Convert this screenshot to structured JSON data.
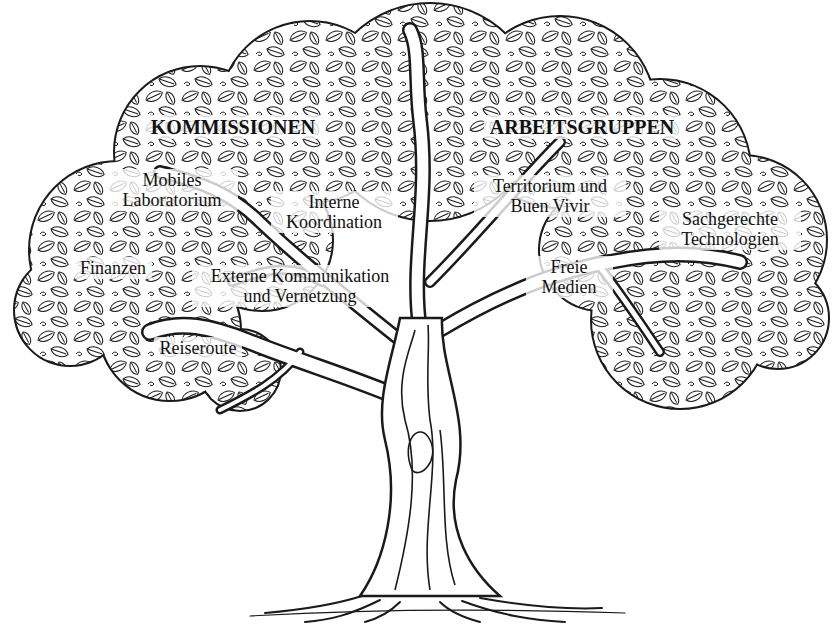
{
  "diagram": {
    "nodes": [
      {
        "text": [
          "KOMMISSIONEN"
        ]
      },
      {
        "text": [
          "ARBEITSGRUPPEN"
        ]
      },
      {
        "text": [
          "Mobiles Laboratorium"
        ]
      },
      {
        "text": [
          "Interne Koordination"
        ]
      },
      {
        "text": [
          "Territorium und Buen Vivir"
        ]
      },
      {
        "text": [
          "Sachgerechte Technologien"
        ]
      },
      {
        "text": [
          "Finanzen"
        ]
      },
      {
        "text": [
          "Externe Kommunikation und Vernetzung"
        ]
      },
      {
        "text": [
          "Freie Medien"
        ]
      },
      {
        "text": [
          "Reiseroute"
        ]
      }
    ]
  }
}
